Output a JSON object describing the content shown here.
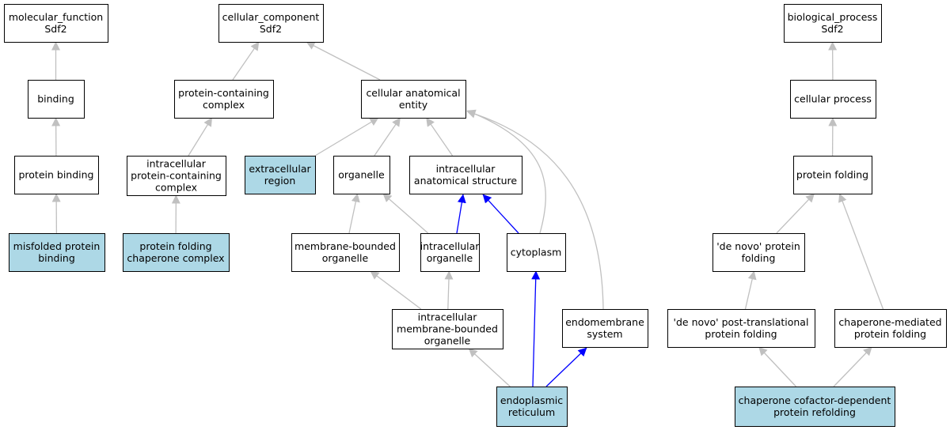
{
  "diagram": {
    "type": "ontology-graph",
    "colors": {
      "background": "#ffffff",
      "default_fill": "#ffffff",
      "annotated_fill": "#add8e6",
      "border": "#000000",
      "edge_gray": "#c0c0c0",
      "edge_blue": "#0000ff"
    },
    "nodes": [
      {
        "id": "mf",
        "lines": [
          "molecular_function",
          "Sdf2"
        ],
        "annotated": false
      },
      {
        "id": "binding",
        "lines": [
          "binding"
        ],
        "annotated": false
      },
      {
        "id": "protein_binding",
        "lines": [
          "protein binding"
        ],
        "annotated": false
      },
      {
        "id": "misfolded",
        "lines": [
          "misfolded protein",
          "binding"
        ],
        "annotated": true
      },
      {
        "id": "cc",
        "lines": [
          "cellular_component",
          "Sdf2"
        ],
        "annotated": false
      },
      {
        "id": "pcc",
        "lines": [
          "protein-containing",
          "complex"
        ],
        "annotated": false
      },
      {
        "id": "ipcc",
        "lines": [
          "intracellular",
          "protein-containing",
          "complex"
        ],
        "annotated": false
      },
      {
        "id": "pfcc",
        "lines": [
          "protein folding",
          "chaperone complex"
        ],
        "annotated": true
      },
      {
        "id": "cae",
        "lines": [
          "cellular anatomical",
          "entity"
        ],
        "annotated": false
      },
      {
        "id": "extracellular",
        "lines": [
          "extracellular",
          "region"
        ],
        "annotated": true
      },
      {
        "id": "organelle",
        "lines": [
          "organelle"
        ],
        "annotated": false
      },
      {
        "id": "ias",
        "lines": [
          "intracellular",
          "anatomical structure"
        ],
        "annotated": false
      },
      {
        "id": "mbo",
        "lines": [
          "membrane-bounded",
          "organelle"
        ],
        "annotated": false
      },
      {
        "id": "io",
        "lines": [
          "intracellular",
          "organelle"
        ],
        "annotated": false
      },
      {
        "id": "cytoplasm",
        "lines": [
          "cytoplasm"
        ],
        "annotated": false
      },
      {
        "id": "imbo",
        "lines": [
          "intracellular",
          "membrane-bounded",
          "organelle"
        ],
        "annotated": false
      },
      {
        "id": "endomembrane",
        "lines": [
          "endomembrane",
          "system"
        ],
        "annotated": false
      },
      {
        "id": "er",
        "lines": [
          "endoplasmic",
          "reticulum"
        ],
        "annotated": true
      },
      {
        "id": "bp",
        "lines": [
          "biological_process",
          "Sdf2"
        ],
        "annotated": false
      },
      {
        "id": "cellular_process",
        "lines": [
          "cellular process"
        ],
        "annotated": false
      },
      {
        "id": "protein_folding",
        "lines": [
          "protein folding"
        ],
        "annotated": false
      },
      {
        "id": "denovo",
        "lines": [
          "'de novo' protein",
          "folding"
        ],
        "annotated": false
      },
      {
        "id": "denovo_ptl",
        "lines": [
          "'de novo' post-translational",
          "protein folding"
        ],
        "annotated": false
      },
      {
        "id": "chaperone_mediated",
        "lines": [
          "chaperone-mediated",
          "protein folding"
        ],
        "annotated": false
      },
      {
        "id": "cofactor",
        "lines": [
          "chaperone cofactor-dependent",
          "protein refolding"
        ],
        "annotated": true
      }
    ],
    "edges": [
      {
        "from": "binding",
        "to": "mf",
        "color": "gray"
      },
      {
        "from": "protein_binding",
        "to": "binding",
        "color": "gray"
      },
      {
        "from": "misfolded",
        "to": "protein_binding",
        "color": "gray"
      },
      {
        "from": "pcc",
        "to": "cc",
        "color": "gray"
      },
      {
        "from": "cae",
        "to": "cc",
        "color": "gray"
      },
      {
        "from": "ipcc",
        "to": "pcc",
        "color": "gray"
      },
      {
        "from": "pfcc",
        "to": "ipcc",
        "color": "gray"
      },
      {
        "from": "extracellular",
        "to": "cae",
        "color": "gray"
      },
      {
        "from": "organelle",
        "to": "cae",
        "color": "gray"
      },
      {
        "from": "ias",
        "to": "cae",
        "color": "gray"
      },
      {
        "from": "cytoplasm",
        "to": "cae",
        "color": "gray"
      },
      {
        "from": "endomembrane",
        "to": "cae",
        "color": "gray"
      },
      {
        "from": "mbo",
        "to": "organelle",
        "color": "gray"
      },
      {
        "from": "io",
        "to": "organelle",
        "color": "gray"
      },
      {
        "from": "io",
        "to": "ias",
        "color": "blue"
      },
      {
        "from": "cytoplasm",
        "to": "ias",
        "color": "blue"
      },
      {
        "from": "imbo",
        "to": "mbo",
        "color": "gray"
      },
      {
        "from": "imbo",
        "to": "io",
        "color": "gray"
      },
      {
        "from": "er",
        "to": "imbo",
        "color": "gray"
      },
      {
        "from": "er",
        "to": "cytoplasm",
        "color": "blue"
      },
      {
        "from": "er",
        "to": "endomembrane",
        "color": "blue"
      },
      {
        "from": "cellular_process",
        "to": "bp",
        "color": "gray"
      },
      {
        "from": "protein_folding",
        "to": "cellular_process",
        "color": "gray"
      },
      {
        "from": "denovo",
        "to": "protein_folding",
        "color": "gray"
      },
      {
        "from": "chaperone_mediated",
        "to": "protein_folding",
        "color": "gray"
      },
      {
        "from": "denovo_ptl",
        "to": "denovo",
        "color": "gray"
      },
      {
        "from": "cofactor",
        "to": "denovo_ptl",
        "color": "gray"
      },
      {
        "from": "cofactor",
        "to": "chaperone_mediated",
        "color": "gray"
      }
    ]
  }
}
